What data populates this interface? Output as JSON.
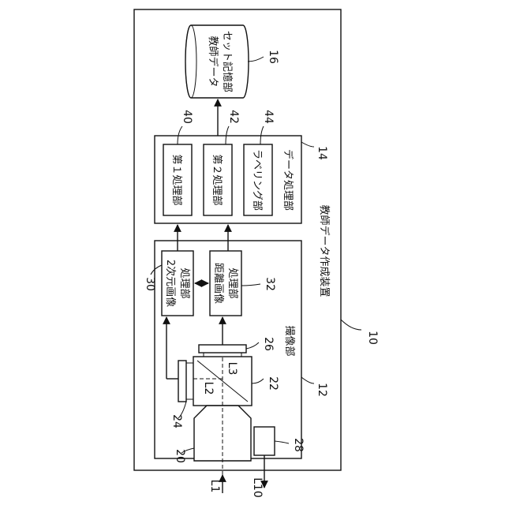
{
  "title": "教師データ作成装置",
  "ref_device": "10",
  "imaging_unit": {
    "label": "撮像部",
    "ref": "12"
  },
  "data_processing_unit": {
    "label": "データ処理部",
    "ref": "14"
  },
  "storage": {
    "line1": "教師データ",
    "line2": "セット記憶部",
    "ref": "16"
  },
  "lens_ref": "20",
  "prism_ref": "22",
  "sensor_2d_ref": "24",
  "sensor_distance_ref": "26",
  "light_source_ref": "28",
  "proc_2d": {
    "line1": "2次元画像",
    "line2": "処理部",
    "ref": "30"
  },
  "proc_distance": {
    "line1": "距離画像",
    "line2": "処理部",
    "ref": "32"
  },
  "processors": [
    {
      "label": "第１処理部",
      "ref": "40"
    },
    {
      "label": "第２処理部",
      "ref": "42"
    },
    {
      "label": "ラベリング部",
      "ref": "44"
    }
  ],
  "beams": {
    "incoming": "L1",
    "outgoing": "L10",
    "split_2d": "L2",
    "split_distance": "L3"
  }
}
